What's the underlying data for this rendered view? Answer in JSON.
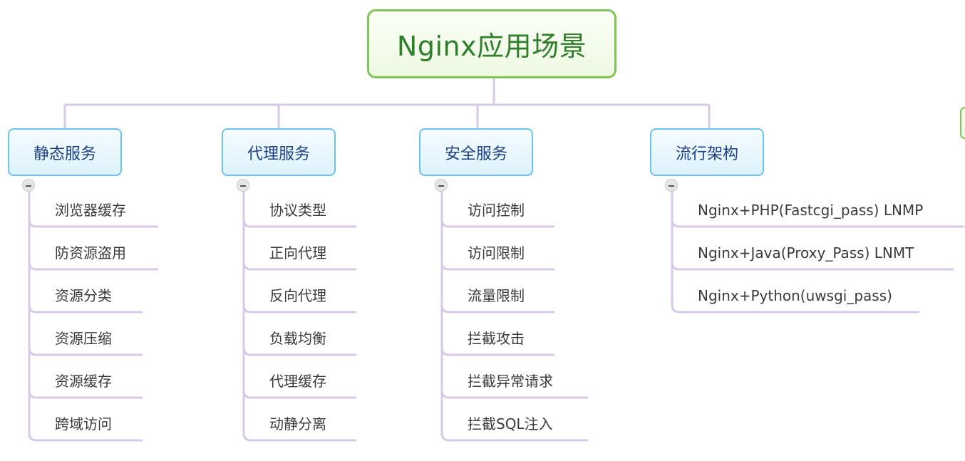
{
  "root": {
    "label": "Nginx应用场景"
  },
  "branches": [
    {
      "label": "静态服务",
      "items": [
        "浏览器缓存",
        "防资源盗用",
        "资源分类",
        "资源压缩",
        "资源缓存",
        "跨域访问"
      ]
    },
    {
      "label": "代理服务",
      "items": [
        "协议类型",
        "正向代理",
        "反向代理",
        "负载均衡",
        "代理缓存",
        "动静分离"
      ]
    },
    {
      "label": "安全服务",
      "items": [
        "访问控制",
        "访问限制",
        "流量限制",
        "拦截攻击",
        "拦截异常请求",
        "拦截SQL注入"
      ]
    },
    {
      "label": "流行架构",
      "items": [
        "Nginx+PHP(Fastcgi_pass) LNMP",
        "Nginx+Java(Proxy_Pass) LNMT",
        "Nginx+Python(uwsgi_pass)"
      ]
    }
  ],
  "colors": {
    "root_border": "#7fc655",
    "root_text": "#2e7e2a",
    "topic_border": "#69c4ee",
    "topic_text": "#1d3f86",
    "connector": "#d8c8ea",
    "underline": "#d8c8ea"
  },
  "icons": {
    "collapse": "minus-circle-icon"
  }
}
